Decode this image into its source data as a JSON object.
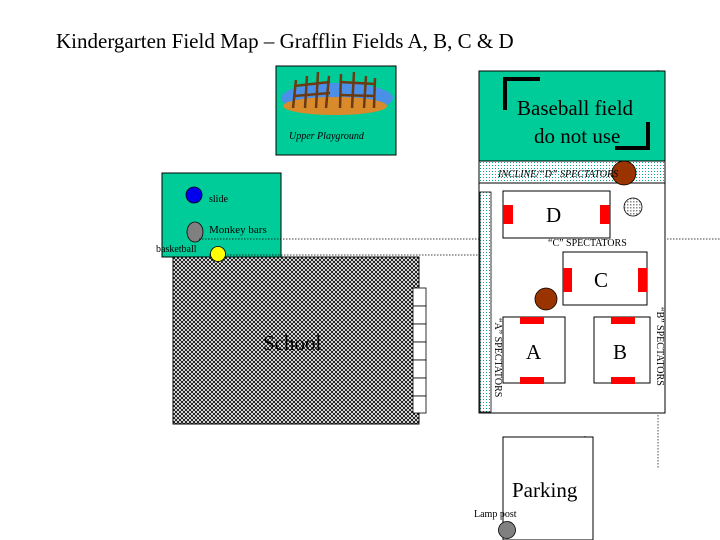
{
  "title": "Kindergarten Field Map – Grafflin Fields A, B, C & D",
  "labels": {
    "upper_playground": "Upper Playground",
    "slide": "slide",
    "monkey_bars": "Monkey bars",
    "basketball": "basketball",
    "school": "School",
    "baseball_line1": "Baseball field",
    "baseball_line2": "do not use",
    "incline_spectators": "INCLINE/“D” SPECTATORS",
    "c_spectators": "“C” SPECTATORS",
    "a_spectators": "“A” SPECTATORS",
    "b_spectators": "“B” SPECTATORS",
    "field_a": "A",
    "field_b": "B",
    "field_c": "C",
    "field_d": "D",
    "parking": "Parking",
    "lamp_post": "Lamp post"
  },
  "colors": {
    "green": "#00cc99",
    "goal_red": "#ff0000",
    "slide_blue": "#0000ee",
    "basketball_yellow": "#ffff00",
    "ball_brown": "#993300",
    "monkey_gray": "#808080",
    "lamp_gray": "#808080"
  }
}
